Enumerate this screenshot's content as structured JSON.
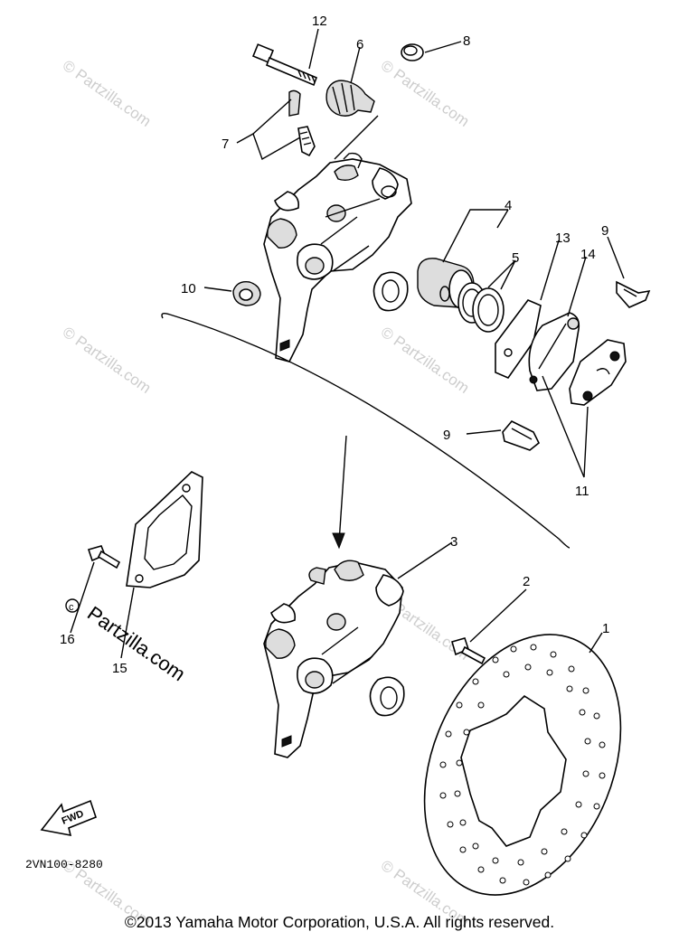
{
  "callouts": {
    "c1": "1",
    "c2": "2",
    "c3": "3",
    "c4": "4",
    "c5": "5",
    "c6": "6",
    "c7": "7",
    "c8": "8",
    "c9a": "9",
    "c9b": "9",
    "c10": "10",
    "c11": "11",
    "c12": "12",
    "c13": "13",
    "c14": "14",
    "c15": "15",
    "c16": "16"
  },
  "fwd_label": "FWD",
  "diagram_code": "2VN100-8280",
  "watermark": "© Partzilla.com",
  "watermark_main": "Partzilla.com",
  "copyright": "©2013 Yamaha Motor Corporation, U.S.A. All rights reserved."
}
